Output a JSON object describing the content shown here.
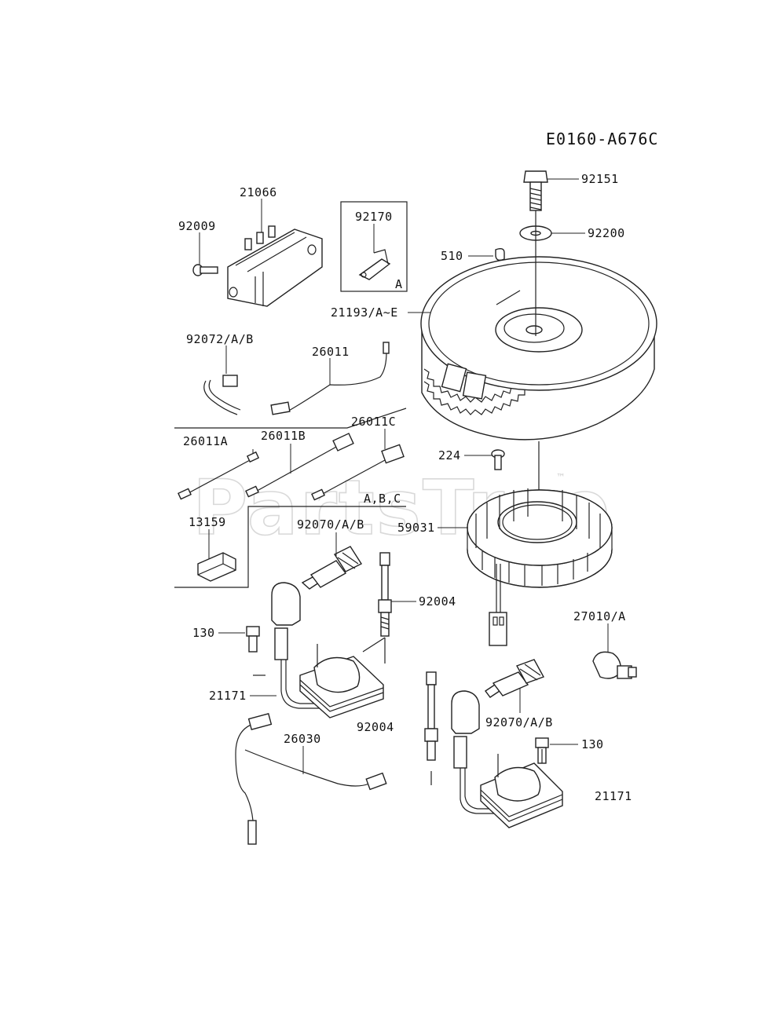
{
  "diagram": {
    "code": "E0160-A676C",
    "watermark": "PartsTree",
    "trademark": "™",
    "callouts": {
      "c92151": "92151",
      "c92200": "92200",
      "c510": "510",
      "c21193": "21193/A~E",
      "c21066": "21066",
      "c92009": "92009",
      "c92170": "92170",
      "cA": "A",
      "c92072": "92072/A/B",
      "c26011": "26011",
      "c26011A": "26011A",
      "c26011B": "26011B",
      "c26011C": "26011C",
      "cABC": "A,B,C",
      "c13159": "13159",
      "c224": "224",
      "c59031": "59031",
      "c92070a": "92070/A/B",
      "c92004a": "92004",
      "c130a": "130",
      "c21171a": "21171",
      "c92004b": "92004",
      "c26030": "26030",
      "c27010": "27010/A",
      "c92070b": "92070/A/B",
      "c130b": "130",
      "c21171b": "21171"
    }
  }
}
